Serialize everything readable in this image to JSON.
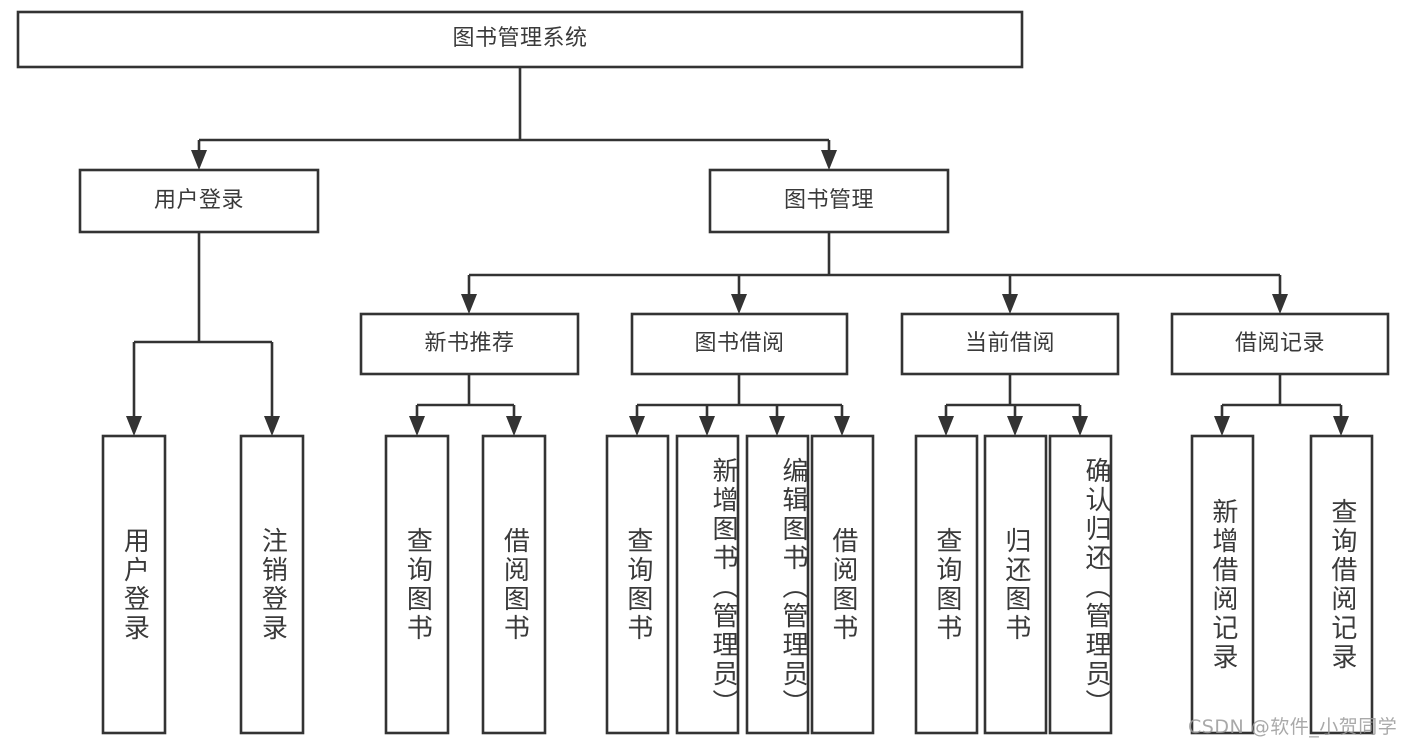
{
  "diagram": {
    "title": "图书管理系统",
    "type": "tree",
    "watermark": "CSDN @软件_小贺同学",
    "colors": {
      "stroke": "#333333",
      "fill": "#ffffff",
      "text": "#3a3a3a",
      "watermark": "#9b9b9b",
      "background": "#ffffff"
    },
    "nodes": {
      "root": {
        "label": "图书管理系统"
      },
      "level2": [
        {
          "id": "user-login",
          "label": "用户登录"
        },
        {
          "id": "book-management",
          "label": "图书管理"
        }
      ],
      "level3": [
        {
          "id": "new-book-recommend",
          "label": "新书推荐"
        },
        {
          "id": "book-borrow",
          "label": "图书借阅"
        },
        {
          "id": "current-borrow",
          "label": "当前借阅"
        },
        {
          "id": "borrow-record",
          "label": "借阅记录"
        }
      ],
      "leaves": [
        {
          "id": "leaf-user-login",
          "label": "用户登录",
          "parent": "user-login"
        },
        {
          "id": "leaf-logout-login",
          "label": "注销登录",
          "parent": "user-login"
        },
        {
          "id": "leaf-query-book-1",
          "label": "查询图书",
          "parent": "new-book-recommend"
        },
        {
          "id": "leaf-borrow-book-1",
          "label": "借阅图书",
          "parent": "new-book-recommend"
        },
        {
          "id": "leaf-query-book-2",
          "label": "查询图书",
          "parent": "book-borrow"
        },
        {
          "id": "leaf-add-book",
          "label": "新增图书（管理员）",
          "parent": "book-borrow"
        },
        {
          "id": "leaf-edit-book",
          "label": "编辑图书（管理员）",
          "parent": "book-borrow"
        },
        {
          "id": "leaf-borrow-book-2",
          "label": "借阅图书",
          "parent": "book-borrow"
        },
        {
          "id": "leaf-query-book-3",
          "label": "查询图书",
          "parent": "current-borrow"
        },
        {
          "id": "leaf-return-book",
          "label": "归还图书",
          "parent": "current-borrow"
        },
        {
          "id": "leaf-confirm-return",
          "label": "确认归还（管理员）",
          "parent": "current-borrow"
        },
        {
          "id": "leaf-add-record",
          "label": "新增借阅记录",
          "parent": "borrow-record"
        },
        {
          "id": "leaf-query-record",
          "label": "查询借阅记录",
          "parent": "borrow-record"
        }
      ]
    }
  }
}
